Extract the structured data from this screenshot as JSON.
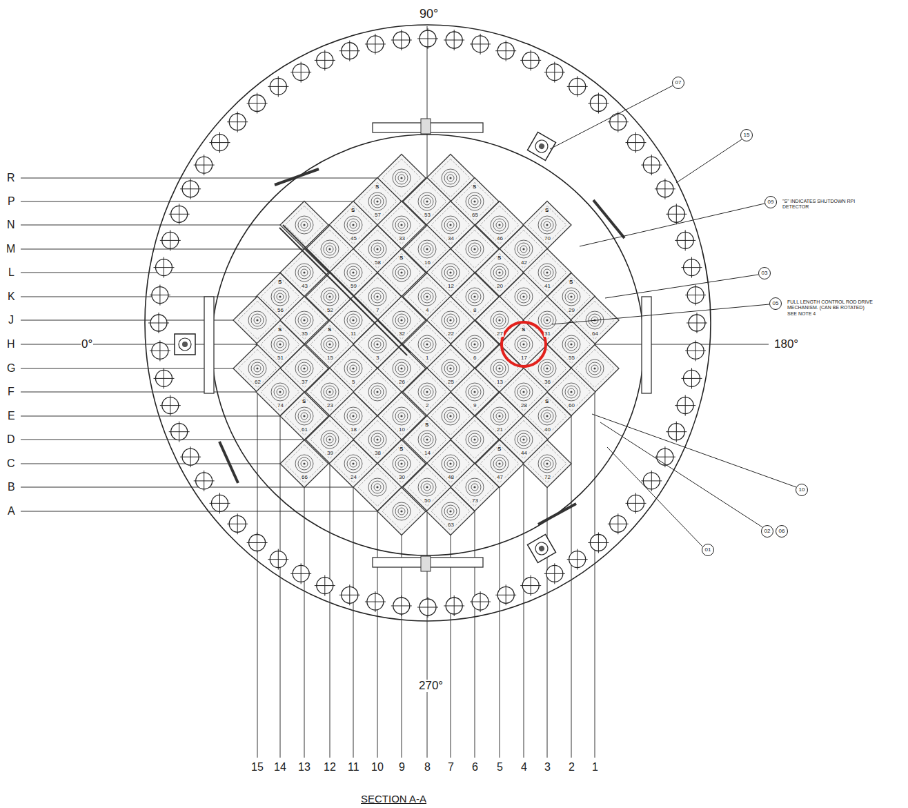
{
  "diagram": {
    "caption": "SECTION A-A",
    "nodes": [
      {
        "text": [
          "07"
        ]
      },
      {
        "text": [
          "15"
        ]
      },
      {
        "text": [
          "09"
        ]
      },
      {
        "text": [
          "03"
        ]
      },
      {
        "text": [
          "05"
        ]
      },
      {
        "text": [
          "10"
        ]
      },
      {
        "text": [
          "02"
        ]
      },
      {
        "text": [
          "06"
        ]
      },
      {
        "text": [
          "01"
        ]
      }
    ],
    "labels": [
      "90°",
      "0°",
      "180°",
      "270°",
      "R",
      "P",
      "N",
      "M",
      "L",
      "K",
      "J",
      "H",
      "G",
      "F",
      "E",
      "D",
      "C",
      "B",
      "A",
      "15",
      "14",
      "13",
      "12",
      "11",
      "10",
      "9",
      "8",
      "7",
      "6",
      "5",
      "4",
      "3",
      "2",
      "1",
      "\"S\" INDICATES SHUTDOWN RPI DETECTOR",
      "FULL LENGTH CONTROL ROD DRIVE MECHANISM. (CAN BE ROTATED) SEE NOTE 4",
      "1",
      "2",
      "3",
      "4",
      "5",
      "6",
      "7",
      "8",
      "9",
      "10",
      "11",
      "12",
      "13",
      "14",
      "15",
      "16",
      "17",
      "18",
      "20",
      "21",
      "22",
      "23",
      "24",
      "25",
      "26",
      "27",
      "28",
      "29",
      "30",
      "31",
      "32",
      "33",
      "34",
      "35",
      "36",
      "37",
      "38",
      "39",
      "40",
      "41",
      "42",
      "43",
      "44",
      "45",
      "46",
      "47",
      "48",
      "50",
      "51",
      "52",
      "53",
      "55",
      "56",
      "57",
      "58",
      "59",
      "60",
      "61",
      "62",
      "63",
      "64",
      "65",
      "66",
      "70",
      "72",
      "73",
      "74",
      "S",
      "S",
      "S",
      "S",
      "S",
      "S",
      "S",
      "S",
      "S",
      "S",
      "S",
      "S",
      "S",
      "S",
      "S",
      "S"
    ]
  }
}
